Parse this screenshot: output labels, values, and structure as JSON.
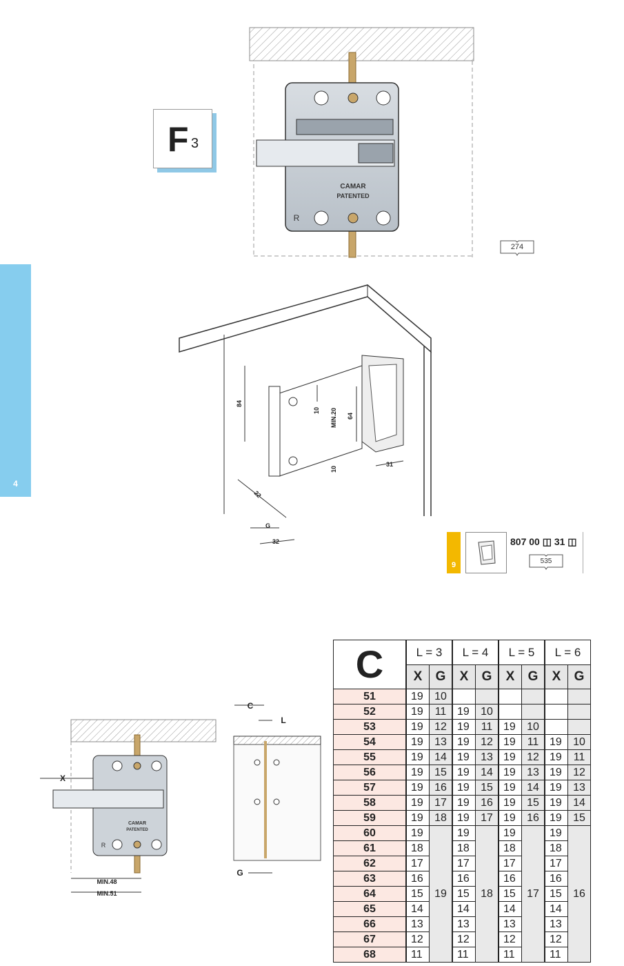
{
  "section_tab": {
    "number": "4"
  },
  "product_code_badge": {
    "letter": "F",
    "subscript": "3"
  },
  "lock_plate": {
    "brand": "CAMAR",
    "patent": "PATENTED",
    "side_mark": "R"
  },
  "catalog_page_top": "274",
  "dimensions_drawing": {
    "labels": {
      "d84": "84",
      "d10a": "10",
      "dmin20": "MIN.20",
      "d64": "64",
      "d10b": "10",
      "d22": "22",
      "dG": "G",
      "d32": "32",
      "d31": "31"
    }
  },
  "accessory_ref": {
    "section_number": "9",
    "code": "807 00 ◫ 31 ◫",
    "catalog_page": "535"
  },
  "small_drawing": {
    "x_label": "X",
    "min48": "MIN.48",
    "min51": "MIN.51",
    "c_label": "C",
    "l_label": "L",
    "g_label": "G"
  },
  "table": {
    "corner": "C",
    "l_headers": [
      "L = 3",
      "L = 4",
      "L = 5",
      "L = 6"
    ],
    "x": "X",
    "g": "G",
    "rows": [
      {
        "c": "51",
        "v": [
          [
            "19",
            "10"
          ],
          [
            "",
            ""
          ],
          [
            "",
            ""
          ],
          [
            "",
            ""
          ]
        ]
      },
      {
        "c": "52",
        "v": [
          [
            "19",
            "11"
          ],
          [
            "19",
            "10"
          ],
          [
            "",
            ""
          ],
          [
            "",
            ""
          ]
        ]
      },
      {
        "c": "53",
        "v": [
          [
            "19",
            "12"
          ],
          [
            "19",
            "11"
          ],
          [
            "19",
            "10"
          ],
          [
            "",
            ""
          ]
        ]
      },
      {
        "c": "54",
        "v": [
          [
            "19",
            "13"
          ],
          [
            "19",
            "12"
          ],
          [
            "19",
            "11"
          ],
          [
            "19",
            "10"
          ]
        ]
      },
      {
        "c": "55",
        "v": [
          [
            "19",
            "14"
          ],
          [
            "19",
            "13"
          ],
          [
            "19",
            "12"
          ],
          [
            "19",
            "11"
          ]
        ]
      },
      {
        "c": "56",
        "v": [
          [
            "19",
            "15"
          ],
          [
            "19",
            "14"
          ],
          [
            "19",
            "13"
          ],
          [
            "19",
            "12"
          ]
        ]
      },
      {
        "c": "57",
        "v": [
          [
            "19",
            "16"
          ],
          [
            "19",
            "15"
          ],
          [
            "19",
            "14"
          ],
          [
            "19",
            "13"
          ]
        ]
      },
      {
        "c": "58",
        "v": [
          [
            "19",
            "17"
          ],
          [
            "19",
            "16"
          ],
          [
            "19",
            "15"
          ],
          [
            "19",
            "14"
          ]
        ]
      },
      {
        "c": "59",
        "v": [
          [
            "19",
            "18"
          ],
          [
            "19",
            "17"
          ],
          [
            "19",
            "16"
          ],
          [
            "19",
            "15"
          ]
        ]
      }
    ],
    "lower_rows": [
      {
        "c": "60",
        "x": [
          "19",
          "19",
          "19",
          "19"
        ]
      },
      {
        "c": "61",
        "x": [
          "18",
          "18",
          "18",
          "18"
        ]
      },
      {
        "c": "62",
        "x": [
          "17",
          "17",
          "17",
          "17"
        ]
      },
      {
        "c": "63",
        "x": [
          "16",
          "16",
          "16",
          "16"
        ]
      },
      {
        "c": "64",
        "x": [
          "15",
          "15",
          "15",
          "15"
        ]
      },
      {
        "c": "65",
        "x": [
          "14",
          "14",
          "14",
          "14"
        ]
      },
      {
        "c": "66",
        "x": [
          "13",
          "13",
          "13",
          "13"
        ]
      },
      {
        "c": "67",
        "x": [
          "12",
          "12",
          "12",
          "12"
        ]
      },
      {
        "c": "68",
        "x": [
          "11",
          "11",
          "11",
          "11"
        ]
      }
    ],
    "lower_g": [
      "19",
      "18",
      "17",
      "16"
    ]
  }
}
